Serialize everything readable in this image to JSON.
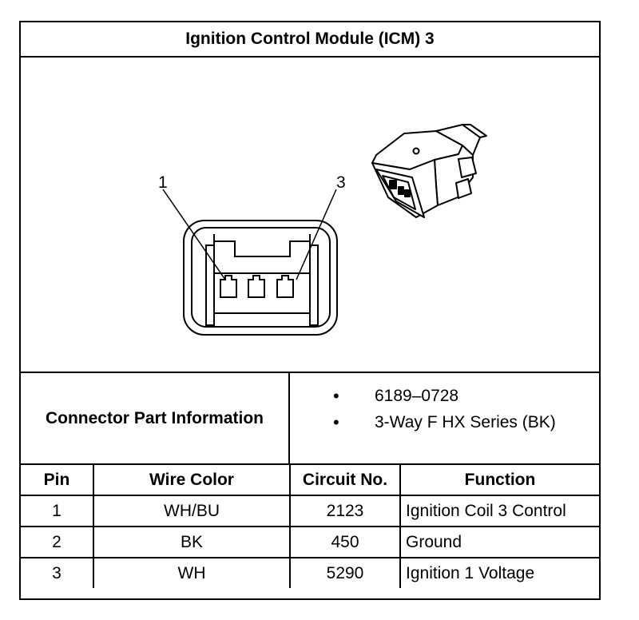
{
  "title": "Ignition Control Module (ICM) 3",
  "diagram": {
    "callouts": [
      "1",
      "3"
    ]
  },
  "connector_info": {
    "label": "Connector Part Information",
    "items": [
      "6189–0728",
      "3-Way F HX Series (BK)"
    ],
    "bullet": "•"
  },
  "pin_table": {
    "headers": [
      "Pin",
      "Wire Color",
      "Circuit No.",
      "Function"
    ],
    "rows": [
      {
        "pin": "1",
        "wire": "WH/BU",
        "circuit": "2123",
        "function": "Ignition Coil 3 Control"
      },
      {
        "pin": "2",
        "wire": "BK",
        "circuit": "450",
        "function": "Ground"
      },
      {
        "pin": "3",
        "wire": "WH",
        "circuit": "5290",
        "function": "Ignition 1 Voltage"
      }
    ]
  }
}
